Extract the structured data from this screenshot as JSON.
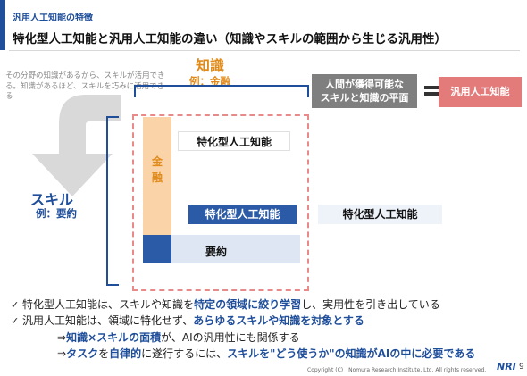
{
  "header": {
    "breadcrumb": "汎用人工知能の特徴",
    "title": "特化型人工知能と汎用人工知能の違い（知識やスキルの範囲から生じる汎用性）"
  },
  "diagram": {
    "knowledge_title": "知識",
    "knowledge_example": "例：金融",
    "skill_title": "スキル",
    "skill_example": "例：要約",
    "note": "その分野の知識があるから、スキルが活用できる。知識があるほど、スキルを巧みに活用できる",
    "finance_column_label": "金融",
    "summary_row_label": "要約",
    "tag_finance": "特化型人工知能",
    "tag_skill": "特化型人工知能",
    "tag_outside": "特化型人工知能",
    "plane_box": "人間が獲得可能な\nスキルと知識の平面",
    "general_ai_box": "汎用人工知能"
  },
  "bullets": {
    "b1_pre": "特化型人工知能は、スキルや知識を",
    "b1_em": "特定の領域に絞り学習",
    "b1_post": "し、実用性を引き出している",
    "b2_pre": "汎用人工知能は、領域に特化せず、",
    "b2_em": "あらゆるスキルや知識を対象とする",
    "s1_arrow": "⇒",
    "s1_em": "知識×スキルの面積",
    "s1_post": "が、AIの汎用性にも関係する",
    "s2_arrow": "⇒",
    "s2_em1": "タスク",
    "s2_mid1": "を",
    "s2_em2": "自律的",
    "s2_mid2": "に遂行するには、",
    "s2_em3": "スキルを\"どう使うか\"の知識がAIの中に必要である",
    "check": "✓"
  },
  "footer": {
    "copyright": "Copyright (C)　Nomura Research Institute, Ltd. All rights reserved.",
    "logo": "NRI",
    "page_number": "9"
  },
  "colors": {
    "accent_blue": "#1f4e9a",
    "knowledge_orange": "#e08a1a",
    "general_ai_red": "#e37b7b",
    "plane_gray": "#7f7f7f"
  }
}
